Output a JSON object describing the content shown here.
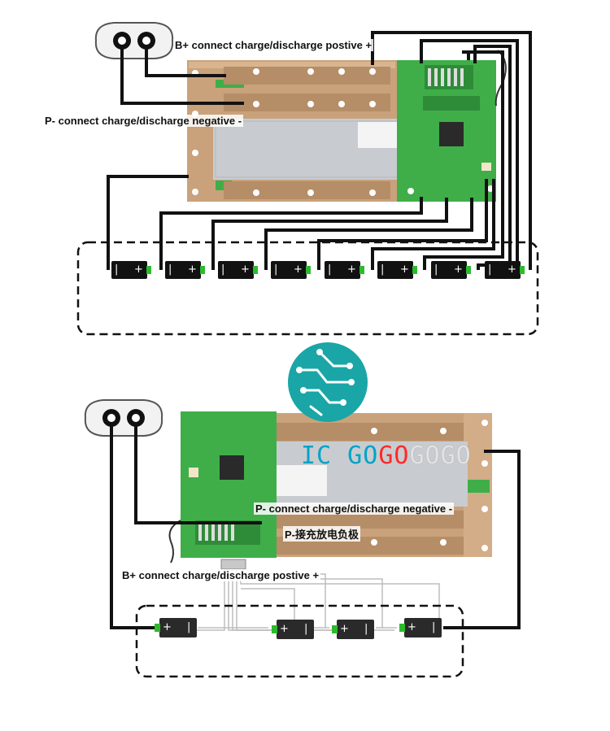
{
  "top": {
    "label_bplus": "B+ connect charge/discharge postive +",
    "label_pminus": "P- connect charge/discharge negative -",
    "battery_count": 8
  },
  "bottom": {
    "label_pminus": "P- connect charge/discharge negative -",
    "label_pminus_cn": "P-接充放电负极",
    "label_bplus": "B+ connect charge/discharge postive +",
    "battery_count": 4
  },
  "watermark": {
    "part1": "IC GO",
    "part2": "GO",
    "part3": "GO",
    "part4": "GO"
  },
  "colors": {
    "copper": "#c9a27b",
    "pcb": "#3fae49",
    "heatsink": "#c8ccd0",
    "wire": "#111111",
    "teal": "#1aa6a6"
  }
}
